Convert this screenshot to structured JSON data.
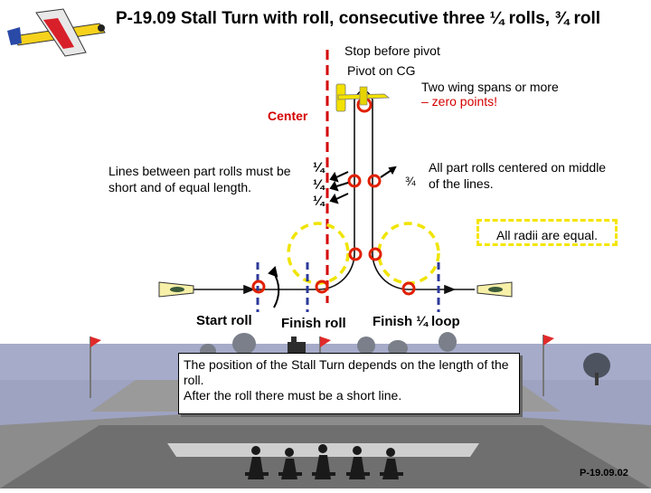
{
  "title": "P-19.09 Stall Turn with roll, consecutive three ¼ rolls, ¾ roll",
  "labels": {
    "stop_before_pivot": "Stop before pivot",
    "pivot_on_cg": "Pivot on CG",
    "two_wing_spans": "Two wing spans or more",
    "zero_points": "– zero points!",
    "center": "Center",
    "lines_between": "Lines between part rolls must be short and of equal length.",
    "quarter": "¼",
    "three_quarter": "¾",
    "all_part_rolls": "All part rolls centered on middle of the lines.",
    "all_radii": "All radii are equal.",
    "start_roll": "Start roll",
    "finish_roll": "Finish roll",
    "finish_quarter_loop": "Finish ¼ loop",
    "position_note_1": "The position of the Stall Turn depends on the length of the roll.",
    "position_note_2": "After the roll there must be a short line.",
    "slide_code": "P-19.09.02"
  },
  "colors": {
    "sky_top": "#b8bcd4",
    "sky_bottom": "#9298be",
    "ground": "#8c8c8c",
    "track": "#202020",
    "loop_yellow": "#f0e400",
    "centerline_red": "#d40000",
    "marker_red": "#e02000",
    "wing_yellow": "#f3e100"
  },
  "icons": [
    "aerobatic-plane-icon",
    "flag-icon",
    "tree-icon",
    "spectator-icon",
    "roll-arrow-icon",
    "marker-circle-icon"
  ]
}
